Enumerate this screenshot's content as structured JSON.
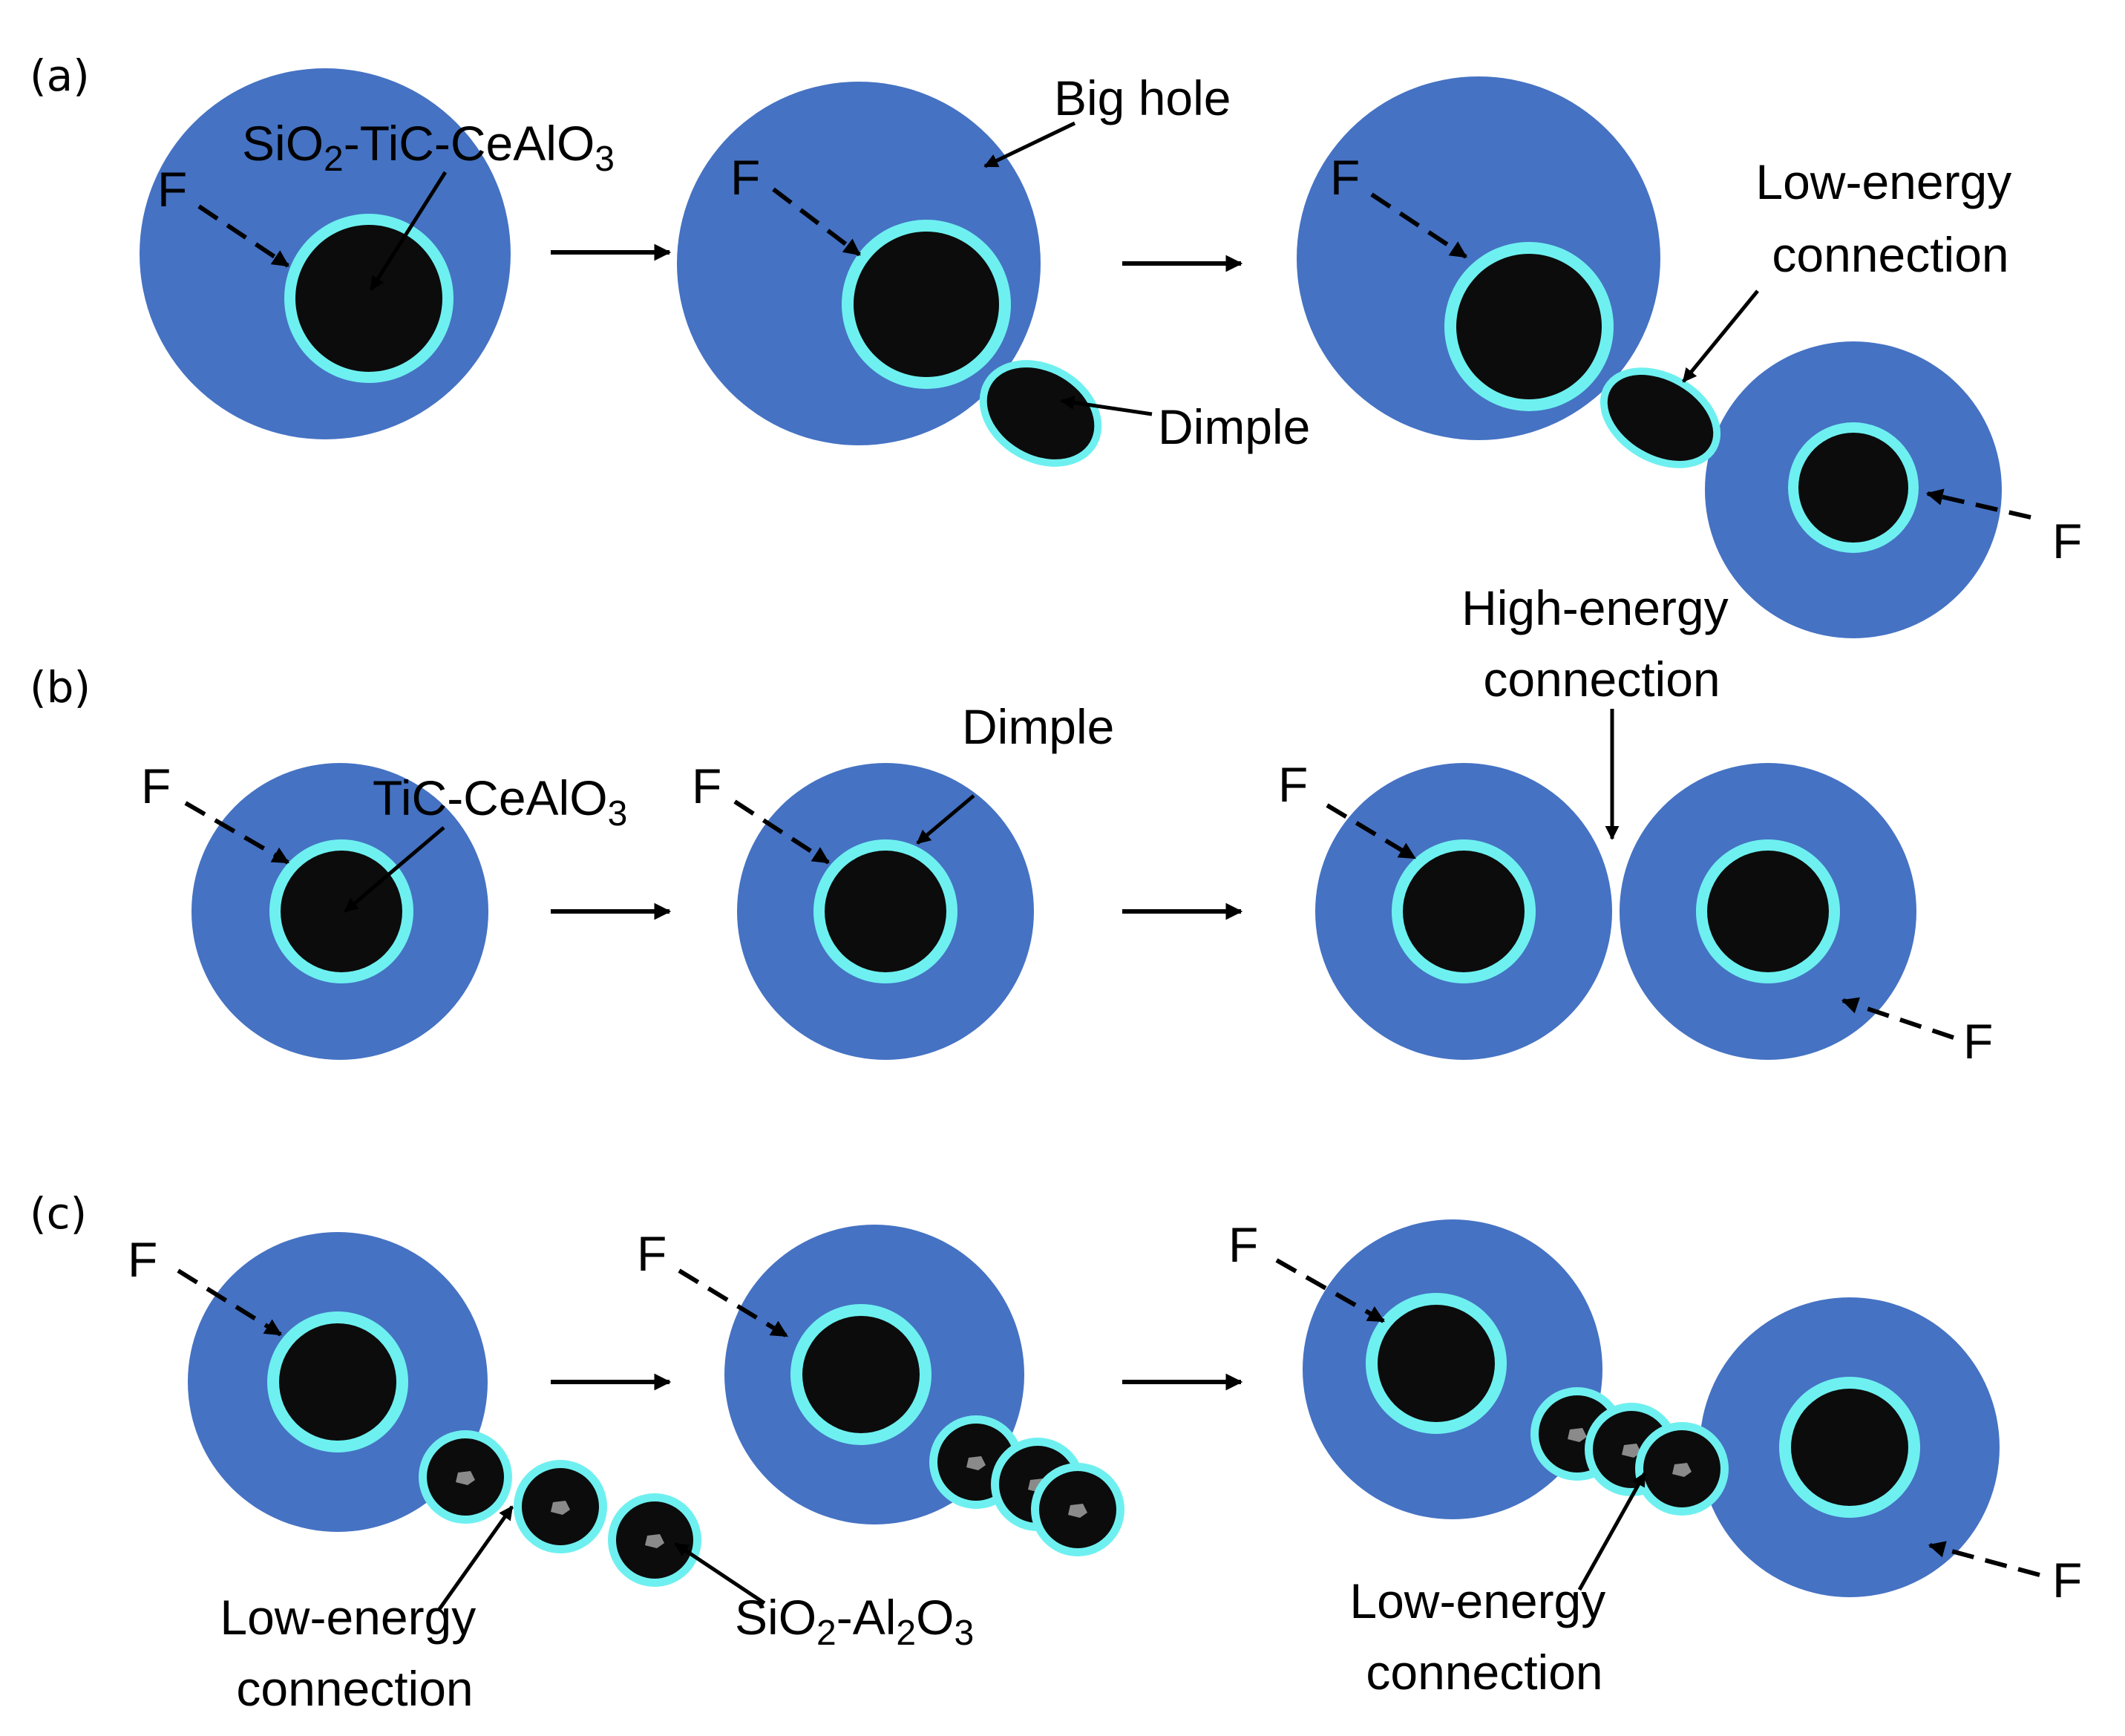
{
  "panels": {
    "a": {
      "label": "(a)"
    },
    "b": {
      "label": "(b)"
    },
    "c": {
      "label": "(c)"
    }
  },
  "force_label": "F",
  "labels": {
    "a_inclusion": {
      "formula": [
        "Si",
        "O",
        "2",
        "-TiC-CeAl",
        "O",
        "3"
      ]
    },
    "a_big_hole": "Big hole",
    "a_dimple": "Dimple",
    "a_low_energy": [
      "Low-energy",
      "connection"
    ],
    "b_inclusion": {
      "formula": [
        "TiC-CeAl",
        "O",
        "3"
      ]
    },
    "b_dimple": "Dimple",
    "b_high_energy": [
      "High-energy",
      "connection"
    ],
    "c_low_energy_1": [
      "Low-energy",
      "connection"
    ],
    "c_inclusion": {
      "formula": [
        "Si",
        "O",
        "2",
        "-Al",
        "2",
        "O",
        "3"
      ]
    },
    "c_low_energy_2": [
      "Low-energy",
      "connection"
    ]
  },
  "colors": {
    "hole": "#4572c3",
    "ring": "#6ef0f0",
    "inclusion": "#0c0c0c",
    "fragment": "#8a8a8a",
    "ink": "#000000"
  }
}
